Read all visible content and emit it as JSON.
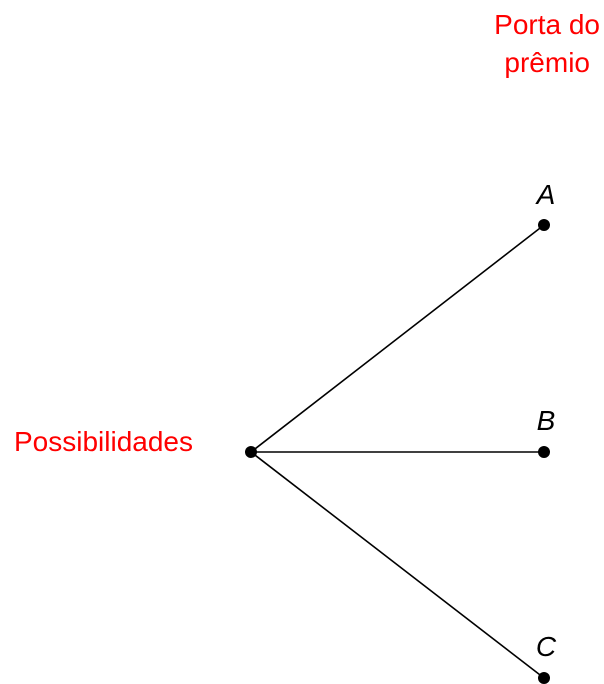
{
  "header_label": {
    "line1": "Porta do",
    "line2": "prêmio"
  },
  "root_label": "Possibilidades",
  "nodes": [
    {
      "label": "A"
    },
    {
      "label": "B"
    },
    {
      "label": "C"
    }
  ],
  "colors": {
    "label_accent": "#ff0000",
    "lines": "#000000"
  }
}
